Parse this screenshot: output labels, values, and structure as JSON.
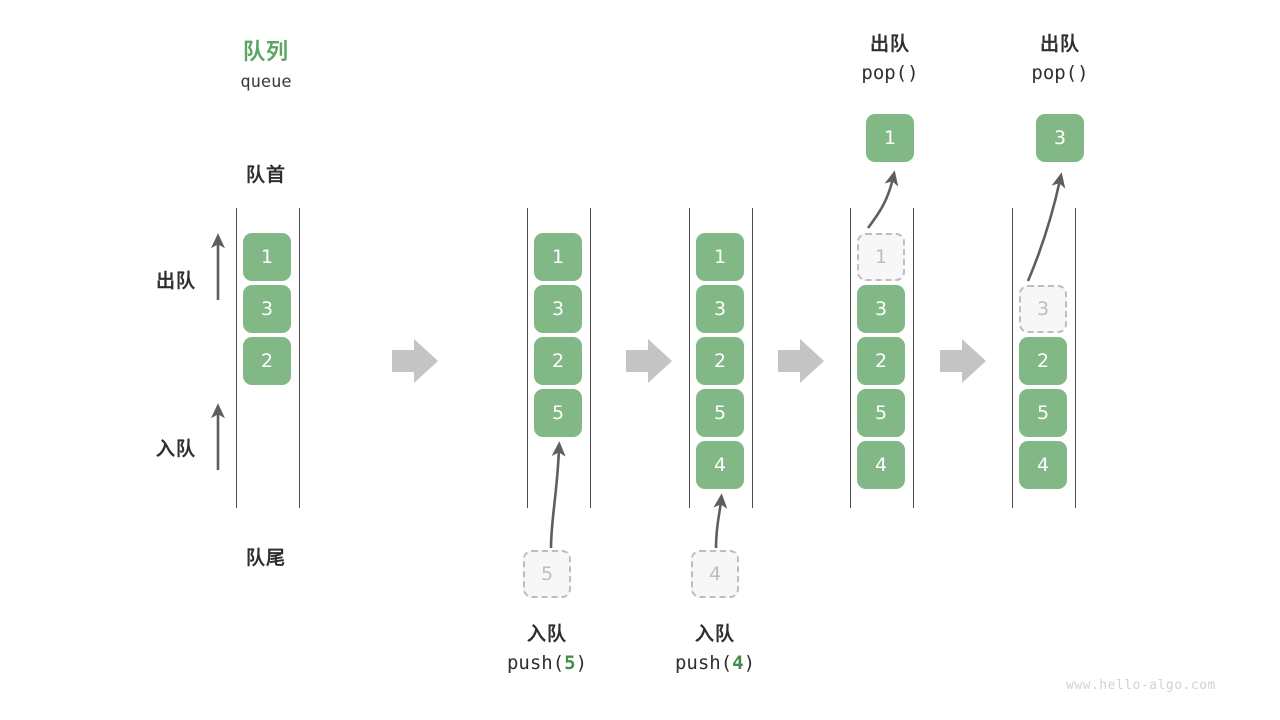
{
  "diagram": {
    "title_cn": "队列",
    "title_en": "queue",
    "front_label": "队首",
    "rear_label": "队尾",
    "dequeue_label": "出队",
    "enqueue_label": "入队",
    "watermark": "www.hello-algo.com",
    "accent_color": "#5ca563",
    "cell_color": "#81b886",
    "ghost_color": "#bdbdbd",
    "arrow_color": "#c4c4c4"
  },
  "steps": [
    {
      "id": "step-initial",
      "cells": [
        "1",
        "3",
        "2"
      ],
      "ghost_top": null,
      "ghost_bottom": null,
      "popped": null,
      "caption_cn": null,
      "caption_code": null
    },
    {
      "id": "step-push-5",
      "cells": [
        "1",
        "3",
        "2",
        "5"
      ],
      "ghost_top": null,
      "ghost_bottom": "5",
      "popped": null,
      "caption_cn": "入队",
      "caption_code_prefix": "push(",
      "caption_code_num": "5",
      "caption_code_suffix": ")"
    },
    {
      "id": "step-push-4",
      "cells": [
        "1",
        "3",
        "2",
        "5",
        "4"
      ],
      "ghost_top": null,
      "ghost_bottom": "4",
      "popped": null,
      "caption_cn": "入队",
      "caption_code_prefix": "push(",
      "caption_code_num": "4",
      "caption_code_suffix": ")"
    },
    {
      "id": "step-pop-1",
      "cells": [
        "3",
        "2",
        "5",
        "4"
      ],
      "ghost_top": "1",
      "ghost_bottom": null,
      "popped": "1",
      "caption_cn": "出队",
      "caption_code_prefix": "pop(",
      "caption_code_num": "",
      "caption_code_suffix": ")"
    },
    {
      "id": "step-pop-3",
      "cells": [
        "2",
        "5",
        "4"
      ],
      "ghost_top": "3",
      "ghost_bottom": null,
      "popped": "3",
      "caption_cn": "出队",
      "caption_code_prefix": "pop(",
      "caption_code_num": "",
      "caption_code_suffix": ")"
    }
  ],
  "transitions": [
    "arrow-1",
    "arrow-2",
    "arrow-3",
    "arrow-4"
  ]
}
